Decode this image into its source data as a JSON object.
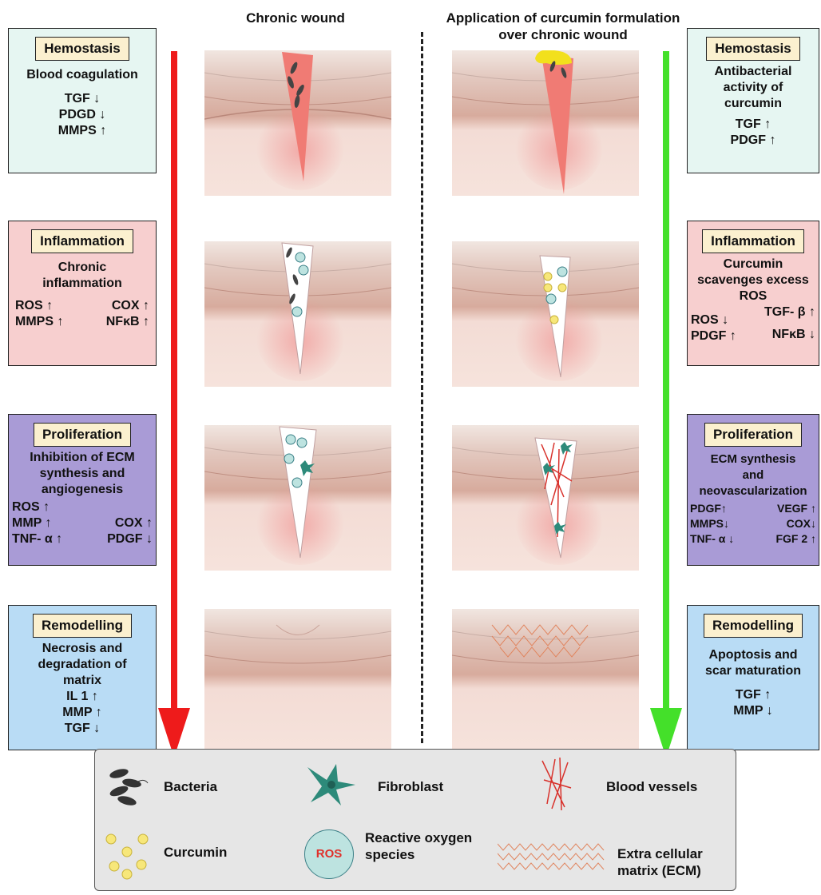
{
  "headings": {
    "left": "Chronic wound",
    "right_line1": "Application of curcumin formulation",
    "right_line2": "over chronic wound"
  },
  "left_stages": [
    {
      "tag": "Hemostasis",
      "desc": [
        "Blood coagulation"
      ],
      "markers": [
        "TGF ↓",
        "PDGD ↓",
        "MMPS ↑"
      ]
    },
    {
      "tag": "Inflammation",
      "desc": [
        "Chronic",
        "inflammation"
      ],
      "cols": {
        "left": [
          "ROS ↑",
          "MMPS ↑"
        ],
        "right": [
          "COX ↑",
          "NFκB ↑"
        ]
      }
    },
    {
      "tag": "Proliferation",
      "desc": [
        "Inhibition of ECM",
        "synthesis and",
        "angiogenesis"
      ],
      "cols": {
        "left": [
          "ROS ↑",
          "MMP ↑",
          "TNF- α ↑"
        ],
        "right": [
          "COX ↑",
          "PDGF ↓"
        ]
      }
    },
    {
      "tag": "Remodelling",
      "desc": [
        "Necrosis and",
        "degradation of",
        "matrix"
      ],
      "markers": [
        "IL 1 ↑",
        "MMP ↑",
        "TGF ↓"
      ]
    }
  ],
  "right_stages": [
    {
      "tag": "Hemostasis",
      "desc": [
        "Antibacterial",
        "activity of",
        "curcumin"
      ],
      "markers": [
        "TGF ↑",
        "PDGF ↑"
      ]
    },
    {
      "tag": "Inflammation",
      "desc": [
        "Curcumin",
        "scavenges excess",
        "ROS"
      ],
      "cols": {
        "left": [
          "ROS ↓",
          "PDGF ↑"
        ],
        "right": [
          "TGF- β ↑",
          "NFκB ↓"
        ]
      }
    },
    {
      "tag": "Proliferation",
      "desc": [
        "ECM synthesis",
        "and",
        "neovascularization"
      ],
      "cols": {
        "left": [
          "PDGF↑",
          "MMPS↓",
          "TNF- α ↓"
        ],
        "right": [
          "VEGF ↑",
          "COX↓",
          "FGF 2 ↑"
        ]
      }
    },
    {
      "tag": "Remodelling",
      "desc": [
        "Apoptosis and",
        "scar maturation"
      ],
      "markers": [
        "TGF ↑",
        "MMP ↓"
      ]
    }
  ],
  "legend": {
    "bacteria": "Bacteria",
    "fibroblast": "Fibroblast",
    "blood_vessels": "Blood vessels",
    "curcumin": "Curcumin",
    "ros_line1": "Reactive oxygen",
    "ros_line2": "species",
    "ros_badge": "ROS",
    "ecm_line1": "Extra cellular",
    "ecm_line2": "matrix (ECM)"
  },
  "colors": {
    "red_arrow": "#ee1b1b",
    "green_arrow": "#44e02a",
    "hemostasis_bg": "#e6f6f2",
    "inflammation_bg": "#f7cfcf",
    "proliferation_bg": "#a99bd6",
    "remodelling_bg": "#b9dcf5",
    "tag_bg": "#fbf0cf"
  }
}
